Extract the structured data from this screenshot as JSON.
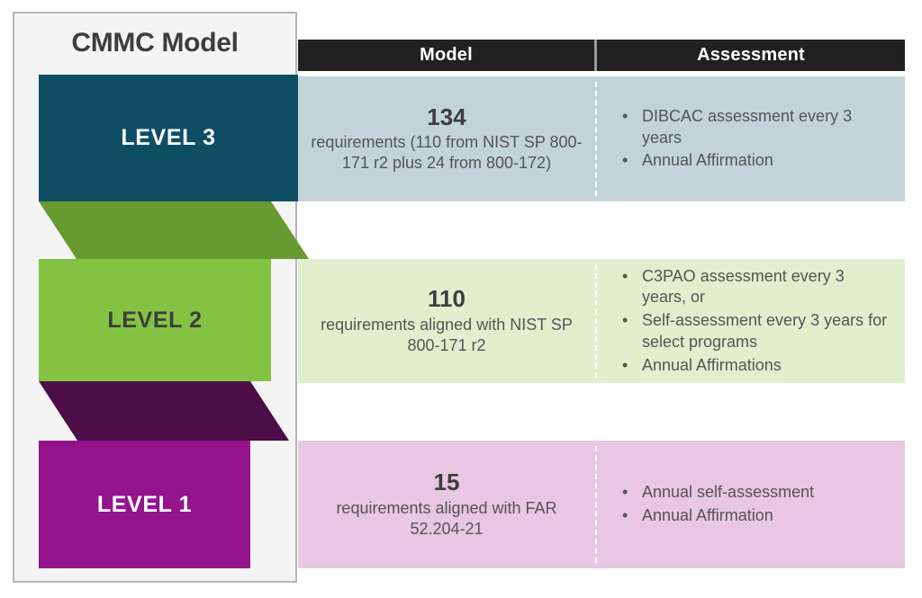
{
  "panel": {
    "title": "CMMC Model",
    "background": "#f4f4f4",
    "border_color": "#b5b5b5"
  },
  "table": {
    "headers": {
      "model": "Model",
      "assessment": "Assessment"
    },
    "header_background": "#212121",
    "header_text_color": "#ffffff"
  },
  "colors": {
    "level3_block": "#0d4e65",
    "level3_row": "#c2d3da",
    "level2_block": "#84c341",
    "level2_connector": "#679a30",
    "level2_row": "#e2eece",
    "level1_block": "#94148c",
    "level1_connector": "#4d0d47",
    "level1_row": "#e7c7e2",
    "text_dark": "#3d3d3d",
    "text_body": "#555555"
  },
  "levels": [
    {
      "label": "LEVEL 3",
      "block_color": "#0d4e65",
      "label_color": "#ffffff",
      "row_color": "#c2d3da",
      "requirement_count": "134",
      "requirement_text": "requirements (110 from NIST SP 800-171 r2 plus 24 from 800-172)",
      "assessment": [
        "DIBCAC assessment every 3 years",
        "Annual Affirmation"
      ]
    },
    {
      "label": "LEVEL 2",
      "block_color": "#84c341",
      "label_color": "#3d3d3d",
      "row_color": "#e2eece",
      "requirement_count": "110",
      "requirement_text": "requirements aligned with NIST SP 800-171 r2",
      "assessment": [
        "C3PAO assessment every 3 years, or",
        "Self-assessment every 3 years for select programs",
        "Annual Affirmations"
      ]
    },
    {
      "label": "LEVEL 1",
      "block_color": "#94148c",
      "label_color": "#ffffff",
      "row_color": "#e7c7e2",
      "requirement_count": "15",
      "requirement_text": "requirements aligned with FAR 52.204-21",
      "assessment": [
        "Annual self-assessment",
        "Annual Affirmation"
      ]
    }
  ],
  "connectors": [
    {
      "name": "level3-to-level2-connector",
      "color": "#679a30"
    },
    {
      "name": "level2-to-level1-connector",
      "color": "#4d0d47"
    }
  ],
  "bullet_glyph": "•"
}
